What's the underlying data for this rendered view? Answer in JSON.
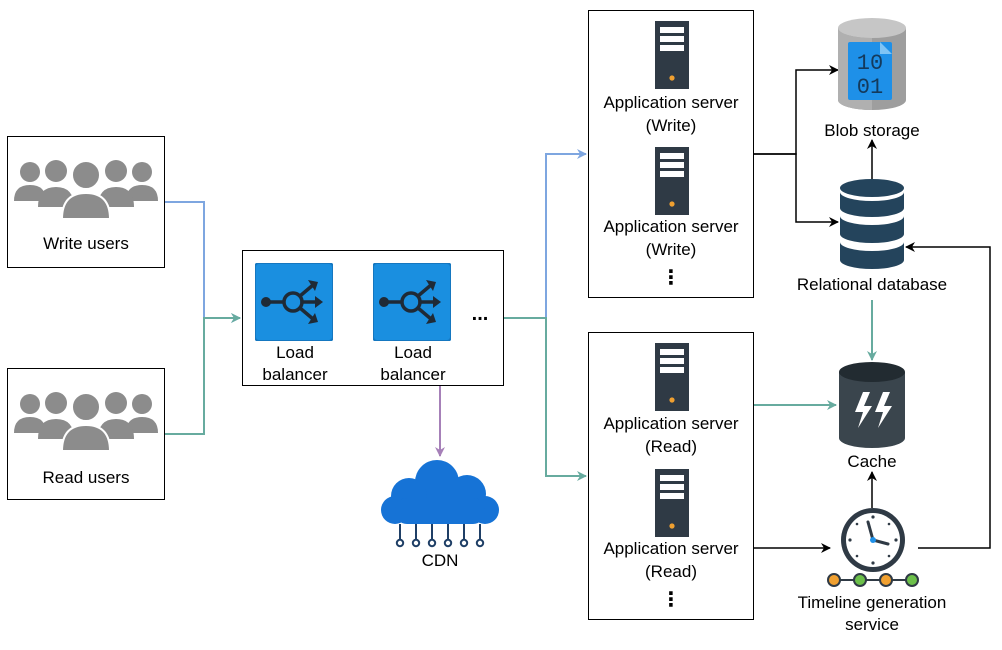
{
  "users": {
    "write_label": "Write users",
    "read_label": "Read users"
  },
  "load_balancers": {
    "lb1_line1": "Load",
    "lb1_line2": "balancer",
    "lb2_line1": "Load",
    "lb2_line2": "balancer",
    "more": "..."
  },
  "cdn": {
    "label": "CDN"
  },
  "write_servers": {
    "s1_line1": "Application server",
    "s1_line2": "(Write)",
    "s2_line1": "Application server",
    "s2_line2": "(Write)",
    "more": "⋮"
  },
  "read_servers": {
    "s1_line1": "Application server",
    "s1_line2": "(Read)",
    "s2_line1": "Application server",
    "s2_line2": "(Read)",
    "more": "⋮"
  },
  "storage": {
    "blob_label": "Blob storage",
    "blob_bits_top": "10",
    "blob_bits_bottom": "01",
    "db_label": "Relational database",
    "cache_label": "Cache",
    "timeline_line1": "Timeline generation",
    "timeline_line2": "service"
  },
  "colors": {
    "write_arrow": "#7EA6E0",
    "read_arrow": "#67AB9F",
    "cdn_arrow": "#A680B8",
    "lb_blue": "#1A8FE0",
    "server_dark": "#2F3A45",
    "db_dark": "#24445C",
    "cloud_blue": "#1673D6"
  }
}
